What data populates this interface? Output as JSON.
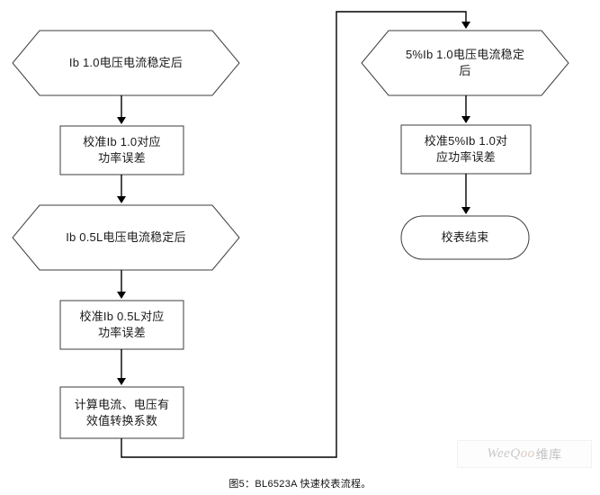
{
  "figure": {
    "caption": "图5：BL6523A 快速校表流程。",
    "stroke_color": "#3d3d3d",
    "arrow_color": "#000000",
    "background": "#ffffff",
    "text_color": "#1a1a1a"
  },
  "watermark": {
    "prefix": "WeeQ",
    "accent": "oo",
    "suffix": "维库",
    "accent_color": "#e2c9c2",
    "text_color": "#c9c9c9"
  },
  "nodes": {
    "left": [
      {
        "id": "ib-1-0-stable",
        "shape": "hexagon",
        "label": "Ib 1.0电压电流稳定后"
      },
      {
        "id": "calibrate-ib-1-0",
        "shape": "rectangle",
        "label": "校准Ib 1.0对应\n功率误差"
      },
      {
        "id": "ib-0-5l-stable",
        "shape": "hexagon",
        "label": "Ib 0.5L电压电流稳定后"
      },
      {
        "id": "calibrate-ib-0-5l",
        "shape": "rectangle",
        "label": "校准Ib 0.5L对应\n功率误差"
      },
      {
        "id": "compute-rms-coefficients",
        "shape": "rectangle",
        "label": "计算电流、电压有\n效值转换系数"
      }
    ],
    "right": [
      {
        "id": "ib-5pct-1-0-stable",
        "shape": "hexagon",
        "label": "5%Ib 1.0电压电流稳定\n后"
      },
      {
        "id": "calibrate-5pct-ib-1-0",
        "shape": "rectangle",
        "label": "校准5%Ib 1.0对\n应功率误差"
      },
      {
        "id": "calibration-end",
        "shape": "stadium",
        "label": "校表结束"
      }
    ]
  }
}
